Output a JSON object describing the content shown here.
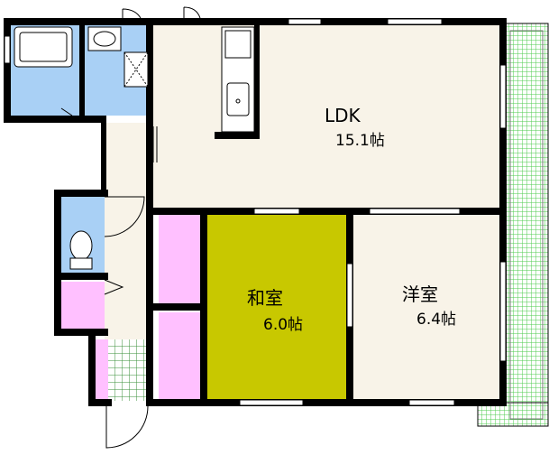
{
  "rooms": {
    "ldk": {
      "name": "LDK",
      "size": "15.1帖"
    },
    "washitsu": {
      "name": "和室",
      "size": "6.0帖"
    },
    "youshitsu": {
      "name": "洋室",
      "size": "6.4帖"
    }
  },
  "colors": {
    "wall": "#000000",
    "ldk_floor": "#f8f3e8",
    "washitsu_floor": "#c8c800",
    "wet_area": "#a9d0f5",
    "closet": "#ffc0ff",
    "balcony_grid": "#4ecb4e",
    "entrance_grid": "#3a8f3a"
  }
}
